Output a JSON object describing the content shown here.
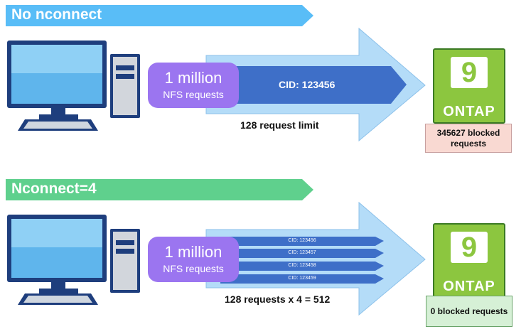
{
  "sections": [
    {
      "banner": "No nconnect",
      "request_box": {
        "count": "1 million",
        "label": "NFS requests"
      },
      "connections": [
        "CID: 123456"
      ],
      "limit_text": "128 request limit",
      "ontap": {
        "digit": "9",
        "brand": "ONTAP"
      },
      "blocked": "345627 blocked requests"
    },
    {
      "banner": "Nconnect=4",
      "request_box": {
        "count": "1 million",
        "label": "NFS requests"
      },
      "connections": [
        "CID: 123456",
        "CID: 123457",
        "CID: 123458",
        "CID: 123459"
      ],
      "limit_text": "128 requests x 4 = 512",
      "ontap": {
        "digit": "9",
        "brand": "ONTAP"
      },
      "blocked": "0 blocked requests"
    }
  ],
  "colors": {
    "banner_top": "#59bdf7",
    "banner_bottom": "#5fd08d",
    "big_arrow": "#b4dcf8",
    "connection_arrow": "#3e6fc8",
    "request_box": "#9b75f0",
    "ontap_green": "#8cc63f",
    "blocked_bad": "#f9d9d2",
    "blocked_ok": "#d6f0d6"
  }
}
